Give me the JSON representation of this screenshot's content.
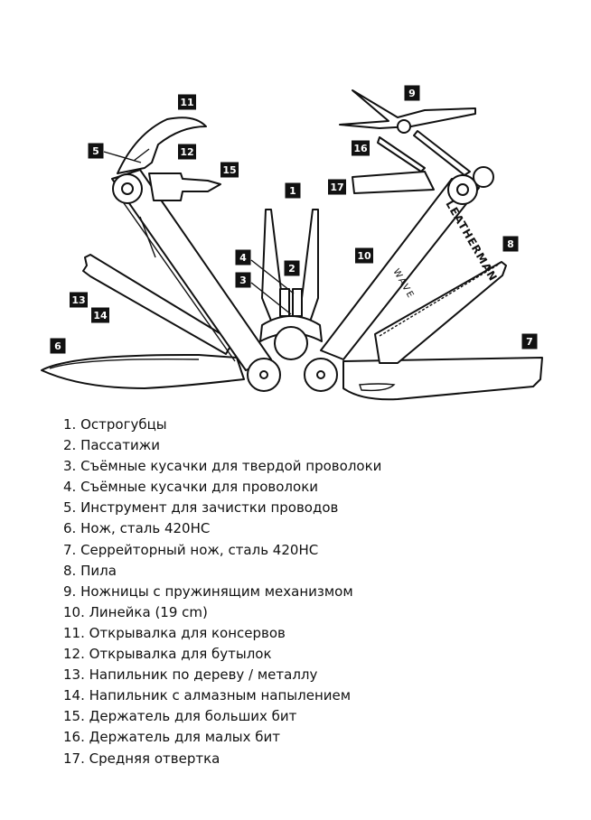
{
  "diagram": {
    "brand_text": "LEATHERMAN",
    "model_text": "WAVE",
    "callouts": [
      {
        "n": "1"
      },
      {
        "n": "2"
      },
      {
        "n": "3"
      },
      {
        "n": "4"
      },
      {
        "n": "5"
      },
      {
        "n": "6"
      },
      {
        "n": "7"
      },
      {
        "n": "8"
      },
      {
        "n": "9"
      },
      {
        "n": "10"
      },
      {
        "n": "11"
      },
      {
        "n": "12"
      },
      {
        "n": "13"
      },
      {
        "n": "14"
      },
      {
        "n": "15"
      },
      {
        "n": "16"
      },
      {
        "n": "17"
      }
    ]
  },
  "legend": [
    "1. Острогубцы",
    "2. Пассатижи",
    "3. Съёмные кусачки для твердой проволоки",
    "4. Съёмные кусачки для проволоки",
    "5. Инструмент для зачистки проводов",
    "6. Нож, сталь 420НС",
    "7. Серрейторный нож, сталь 420НС",
    "8. Пила",
    "9. Ножницы с пружинящим механизмом",
    "10. Линейка (19 cm)",
    "11. Открывалка для консервов",
    "12. Открывалка для бутылок",
    "13. Напильник по дереву / металлу",
    "14. Напильник с алмазным напылением",
    "15. Держатель для больших бит",
    "16. Держатель для малых бит",
    "17. Средняя отвертка"
  ]
}
